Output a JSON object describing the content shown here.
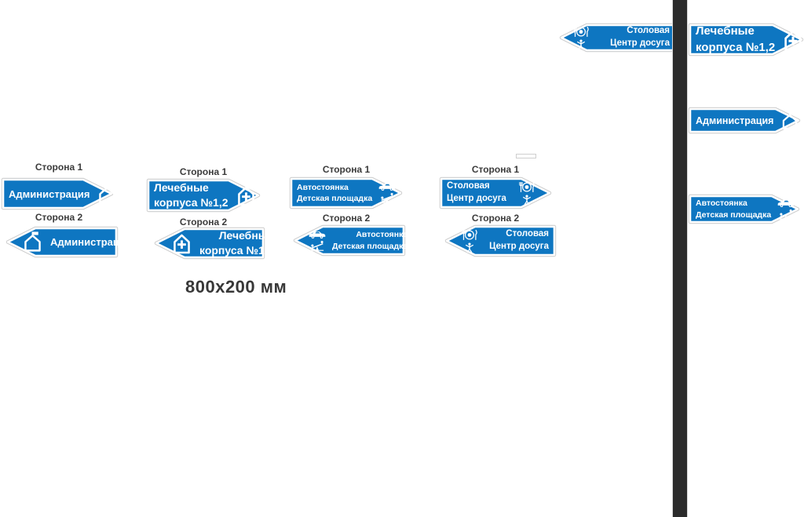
{
  "sheet": {
    "side1_label": "Сторона 1",
    "side2_label": "Сторона 2",
    "size_label": "800x200 мм"
  },
  "signs": {
    "administration": {
      "line1": "Администрация",
      "icon": "house-flag-icon"
    },
    "medical": {
      "line1": "Лечебные",
      "line2": "корпуса №1,2",
      "icon": "house-plus-icon"
    },
    "parking_playground": {
      "line1": "Автостоянка",
      "line2": "Детская площадка",
      "icon1": "car-icon",
      "icon2": "playground-icon"
    },
    "canteen_leisure": {
      "line1": "Столовая",
      "line2": "Центр досуга",
      "icon1": "dining-icon",
      "icon2": "dancer-icon"
    }
  },
  "colors": {
    "sign_blue": "#0e76c1",
    "sign_text": "#ffffff",
    "sign_border": "#ffffff",
    "sign_keyline": "#c9c9c9",
    "pole": "#2b2b2b",
    "label_text": "#3b3b3b",
    "background": "#ffffff"
  }
}
